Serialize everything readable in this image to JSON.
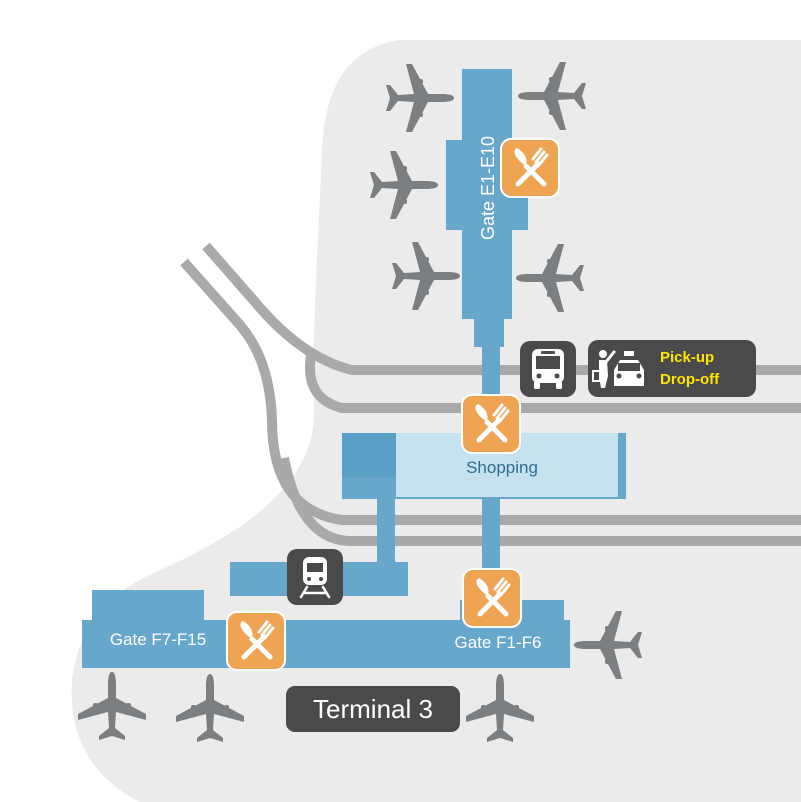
{
  "labels": {
    "gate_e": "Gate E1-E10",
    "gate_f_west": "Gate F7-F15",
    "gate_f_east": "Gate F1-F6",
    "shopping": "Shopping",
    "pickup": "Pick-up",
    "dropoff": "Drop-off",
    "terminal": "Terminal 3"
  },
  "icons": {
    "plane": "airplane-icon",
    "restaurant": "fork-knife-icon",
    "bus": "bus-icon",
    "taxi": "taxi-icon",
    "train": "train-icon"
  },
  "colors": {
    "background": "#ebebeb",
    "building": "#67a7cc",
    "shopping_area": "#c7e2ef",
    "road": "#a9a9a9",
    "plane": "#7c7f82",
    "restaurant_badge": "#efa454",
    "dark_badge": "#4a4a4a",
    "pickup_text": "#ffe600"
  }
}
